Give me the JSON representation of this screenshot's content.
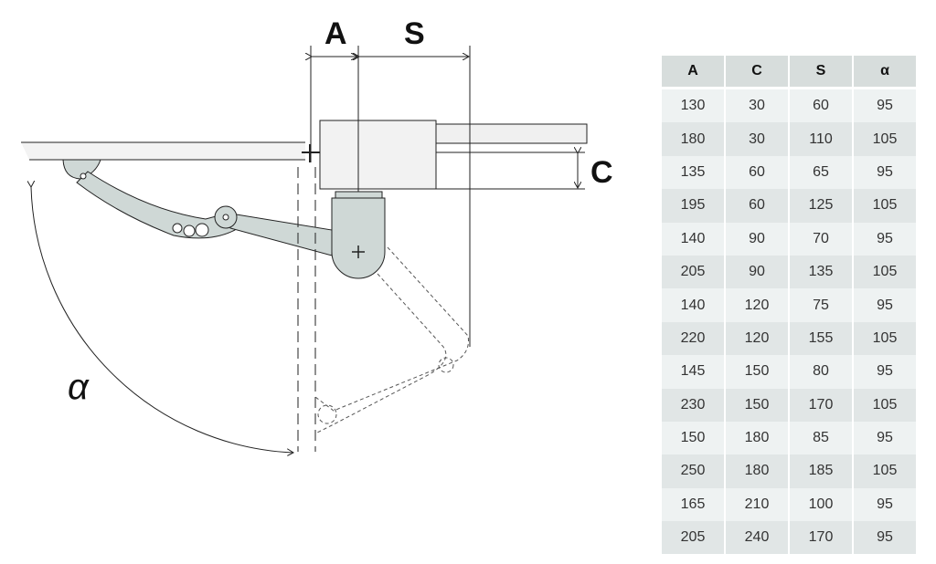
{
  "labels": {
    "a": "A",
    "s": "S",
    "c": "C",
    "alpha": "α"
  },
  "colors": {
    "part_fill": "#cfd8d6",
    "header_bg": "#d7dddc",
    "row_light": "#eef2f2",
    "row_dark": "#e1e6e6"
  },
  "table": {
    "headers": [
      "A",
      "C",
      "S",
      "α"
    ],
    "rows": [
      [
        "130",
        "30",
        "60",
        "95"
      ],
      [
        "180",
        "30",
        "110",
        "105"
      ],
      [
        "135",
        "60",
        "65",
        "95"
      ],
      [
        "195",
        "60",
        "125",
        "105"
      ],
      [
        "140",
        "90",
        "70",
        "95"
      ],
      [
        "205",
        "90",
        "135",
        "105"
      ],
      [
        "140",
        "120",
        "75",
        "95"
      ],
      [
        "220",
        "120",
        "155",
        "105"
      ],
      [
        "145",
        "150",
        "80",
        "95"
      ],
      [
        "230",
        "150",
        "170",
        "105"
      ],
      [
        "150",
        "180",
        "85",
        "95"
      ],
      [
        "250",
        "180",
        "185",
        "105"
      ],
      [
        "165",
        "210",
        "100",
        "95"
      ],
      [
        "205",
        "240",
        "170",
        "95"
      ]
    ]
  }
}
